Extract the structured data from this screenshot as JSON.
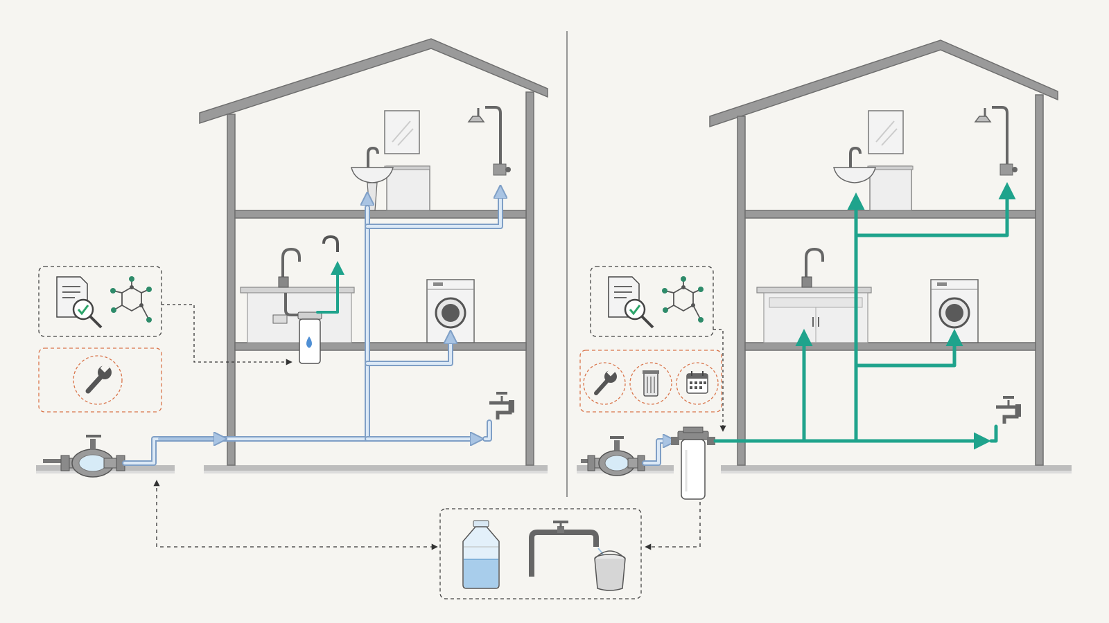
{
  "colors": {
    "background": "#f6f5f1",
    "wall": "#8f8f8f",
    "pipe_untreated": "#a9c4e3",
    "pipe_treated": "#1fa38c",
    "dashed_callout": "#4a4a4a",
    "service_box": "#d9744a",
    "check_green": "#2ca56a",
    "molecule_green": "#2e8b6a"
  },
  "panels": [
    {
      "id": "point-of-use",
      "treated_outlets": [
        "kitchen-sink-tap"
      ],
      "untreated_outlets": [
        "bathroom-sink",
        "shower",
        "washing-machine",
        "outdoor-spigot"
      ],
      "icons": {
        "test_group": [
          "document-magnifier-check-icon",
          "molecule-icon"
        ],
        "service_group": [
          "wrench-icon"
        ]
      }
    },
    {
      "id": "point-of-entry",
      "treated_outlets": [
        "bathroom-sink",
        "shower",
        "kitchen-sink",
        "washing-machine",
        "outdoor-spigot"
      ],
      "untreated_outlets": [],
      "icons": {
        "test_group": [
          "document-magnifier-check-icon",
          "molecule-icon"
        ],
        "service_group": [
          "wrench-icon",
          "filter-cartridge-icon",
          "calendar-icon"
        ]
      }
    }
  ],
  "shared_callout": {
    "icons": [
      "water-jug-icon",
      "tap-bucket-icon"
    ]
  }
}
